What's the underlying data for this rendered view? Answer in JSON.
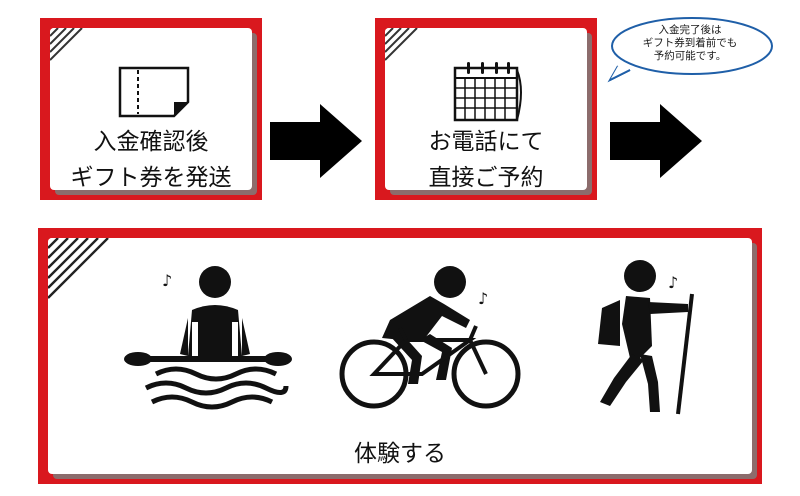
{
  "steps": [
    {
      "icon": "gift-ticket-icon",
      "line1": "入金確認後",
      "line2": "ギフト券を発送"
    },
    {
      "icon": "calendar-icon",
      "line1": "お電話にて",
      "line2": "直接ご予約"
    }
  ],
  "bubble": {
    "line1": "入金完了後は",
    "line2": "ギフト券到着前でも",
    "line3": "予約可能です。"
  },
  "activity": {
    "label": "体験する",
    "icons": [
      "kayak-icon",
      "bicycle-icon",
      "hiking-icon",
      "music-note-icon"
    ]
  },
  "colors": {
    "frame": "#d9181e",
    "shadow": "#8c6c6c",
    "bubble_border": "#1f5fa8",
    "arrow": "#000000"
  }
}
